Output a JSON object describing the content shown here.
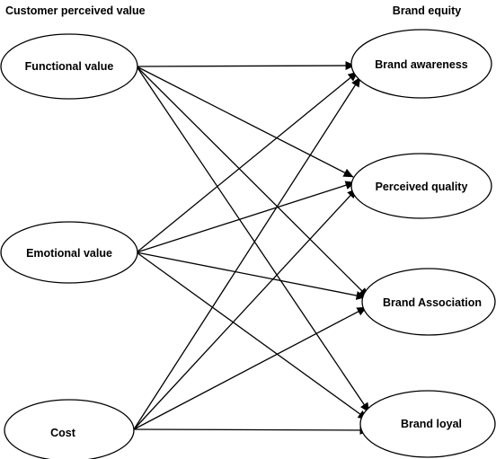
{
  "headings": {
    "left": "Customer perceived value",
    "right": "Brand equity"
  },
  "sources": [
    {
      "id": "functional",
      "label": "Functional value"
    },
    {
      "id": "emotional",
      "label": "Emotional value"
    },
    {
      "id": "cost",
      "label": "Cost"
    }
  ],
  "targets": [
    {
      "id": "awareness",
      "label": "Brand awareness"
    },
    {
      "id": "quality",
      "label": "Perceived quality"
    },
    {
      "id": "association",
      "label": "Brand Association"
    },
    {
      "id": "loyal",
      "label": "Brand loyal"
    }
  ],
  "edges": [
    {
      "from": "functional",
      "to": "awareness"
    },
    {
      "from": "functional",
      "to": "quality"
    },
    {
      "from": "functional",
      "to": "association"
    },
    {
      "from": "functional",
      "to": "loyal"
    },
    {
      "from": "emotional",
      "to": "awareness"
    },
    {
      "from": "emotional",
      "to": "quality"
    },
    {
      "from": "emotional",
      "to": "association"
    },
    {
      "from": "emotional",
      "to": "loyal"
    },
    {
      "from": "cost",
      "to": "awareness"
    },
    {
      "from": "cost",
      "to": "quality"
    },
    {
      "from": "cost",
      "to": "association"
    },
    {
      "from": "cost",
      "to": "loyal"
    }
  ],
  "colors": {
    "stroke": "#000000",
    "fill": "#ffffff",
    "background": "#ffffff"
  }
}
